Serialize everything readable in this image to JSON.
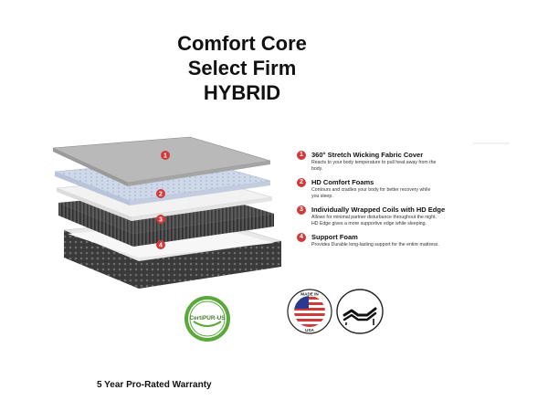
{
  "title": {
    "line1": "Comfort Core",
    "line2": "Select Firm",
    "line3": "HYBRID"
  },
  "layers": [
    "1",
    "2",
    "3",
    "4"
  ],
  "features": [
    {
      "num": "1",
      "title": "360° Stretch Wicking Fabric Cover",
      "desc": "Reacts to your body temperature to pull heat away from the body."
    },
    {
      "num": "2",
      "title": "HD Comfort Foams",
      "desc": "Contours and cradles your body for better recovery while you sleep."
    },
    {
      "num": "3",
      "title": "Individually Wrapped Coils with HD Edge",
      "desc": "Allows for minimal partner disturbance throughout the night. HD Edge gives a more supportive edge while sleeping."
    },
    {
      "num": "4",
      "title": "Support Foam",
      "desc": "Provides Durable long-lasting support for the entire mattress."
    }
  ],
  "badges": {
    "certipur_label": "CertiPUR-US",
    "made_in_label": "MADE IN",
    "usa_label": "USA"
  },
  "warranty": "5 Year Pro-Rated Warranty",
  "colors": {
    "accent_red": "#d23a3a",
    "certipur_green": "#5aa83a",
    "flag_blue": "#2b3a8f",
    "coil_gray": "#444444",
    "base_dark": "#3a3a3a"
  }
}
